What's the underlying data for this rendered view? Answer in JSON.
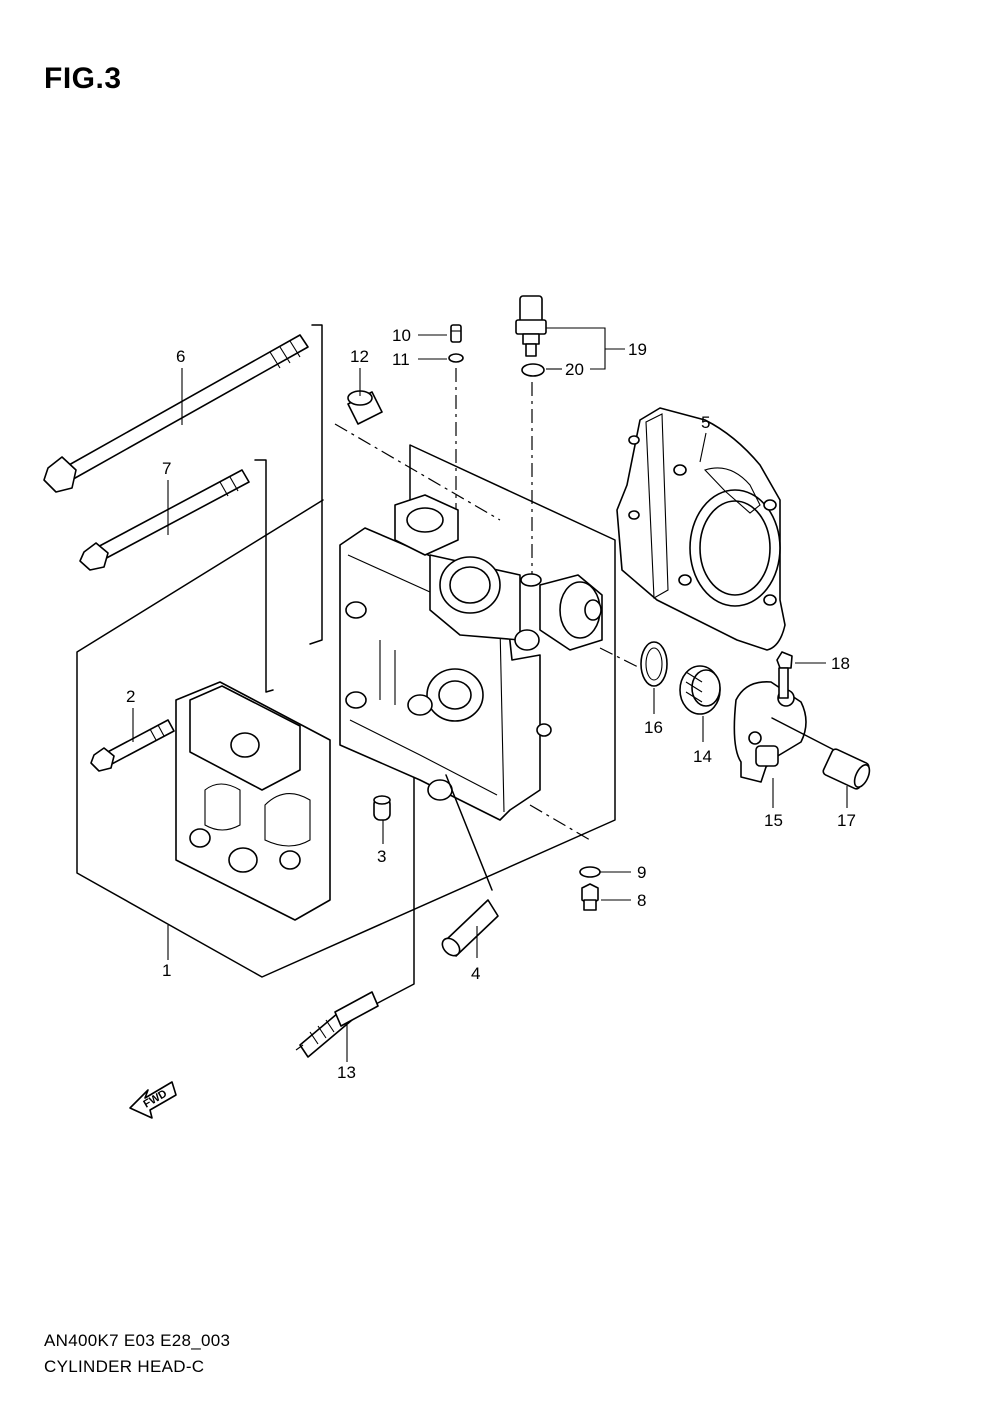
{
  "figure": {
    "title": "FIG.3",
    "code": "AN400K7 E03 E28_003",
    "name": "CYLINDER HEAD-C"
  },
  "direction_mark": "FWD",
  "callouts": [
    {
      "id": "1",
      "text": "1"
    },
    {
      "id": "2",
      "text": "2"
    },
    {
      "id": "3",
      "text": "3"
    },
    {
      "id": "4",
      "text": "4"
    },
    {
      "id": "5",
      "text": "5"
    },
    {
      "id": "6",
      "text": "6"
    },
    {
      "id": "7",
      "text": "7"
    },
    {
      "id": "8",
      "text": "8"
    },
    {
      "id": "9",
      "text": "9"
    },
    {
      "id": "10",
      "text": "10"
    },
    {
      "id": "11",
      "text": "11"
    },
    {
      "id": "12",
      "text": "12"
    },
    {
      "id": "13",
      "text": "13"
    },
    {
      "id": "14",
      "text": "14"
    },
    {
      "id": "15",
      "text": "15"
    },
    {
      "id": "16",
      "text": "16"
    },
    {
      "id": "17",
      "text": "17"
    },
    {
      "id": "18",
      "text": "18"
    },
    {
      "id": "19",
      "text": "19"
    },
    {
      "id": "20",
      "text": "20"
    }
  ]
}
